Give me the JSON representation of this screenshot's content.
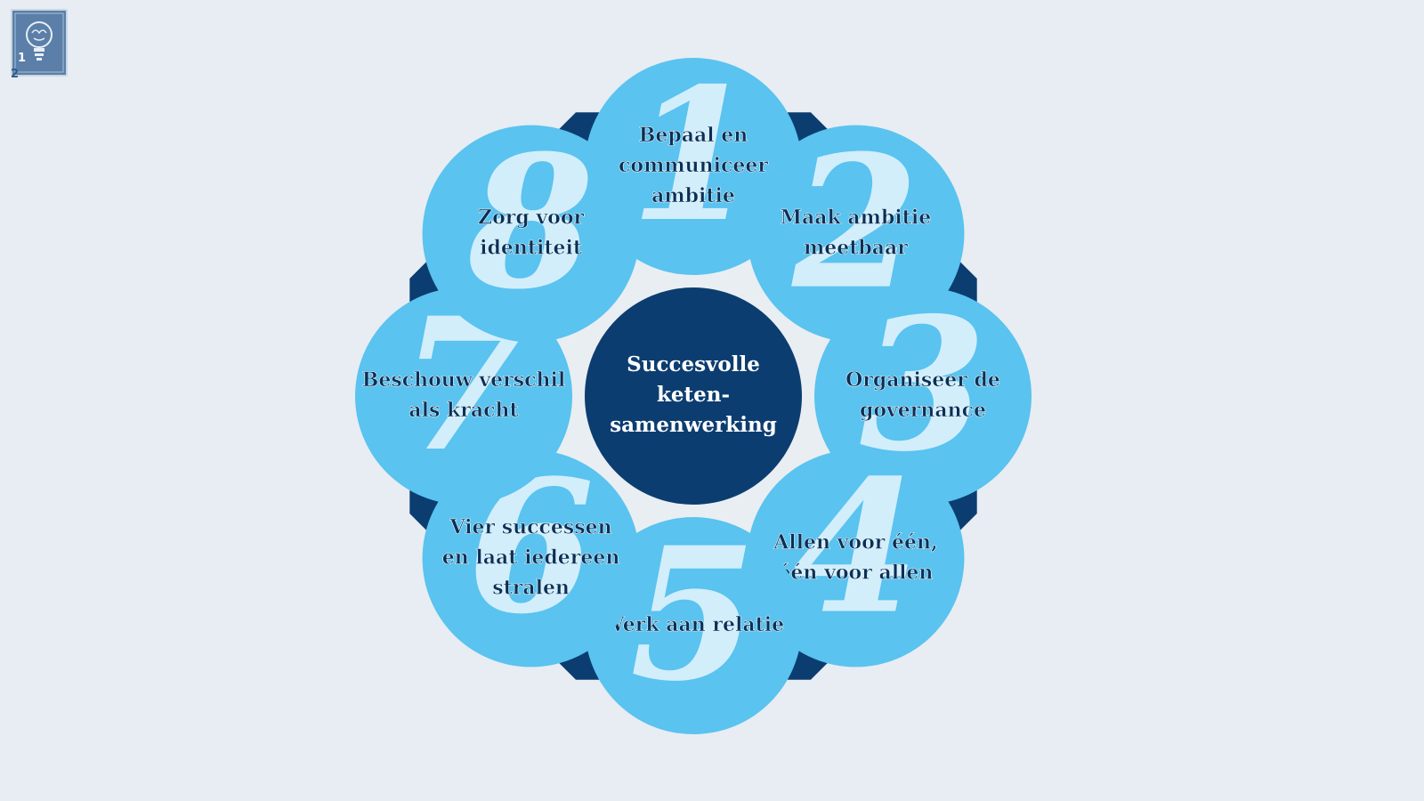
{
  "logo": {
    "num1": "1",
    "num2": "2",
    "icon": "lightbulb-brain-icon"
  },
  "center": {
    "lines": [
      "Succesvolle",
      "keten-",
      "samenwerking"
    ]
  },
  "steps": [
    {
      "number": "1",
      "lines": [
        "Bepaal en",
        "communiceer",
        "ambitie"
      ]
    },
    {
      "number": "2",
      "lines": [
        "Maak ambitie",
        "meetbaar"
      ]
    },
    {
      "number": "3",
      "lines": [
        "Organiseer de",
        "governance"
      ]
    },
    {
      "number": "4",
      "lines": [
        "Allen voor één,",
        "één voor allen"
      ]
    },
    {
      "number": "5",
      "lines": [
        "Werk aan relatie"
      ]
    },
    {
      "number": "6",
      "lines": [
        "Vier successen",
        "en laat iedereen",
        "stralen"
      ]
    },
    {
      "number": "7",
      "lines": [
        "Beschouw verschil",
        "als kracht"
      ]
    },
    {
      "number": "8",
      "lines": [
        "Zorg voor",
        "identiteit"
      ]
    }
  ],
  "colors": {
    "background": "#e7edf3",
    "dark_blue": "#0c3d70",
    "light_blue": "#5ac3ef",
    "ring": "#e9eef3",
    "step_text": "#0b2f55",
    "number": "#d2eefb"
  }
}
